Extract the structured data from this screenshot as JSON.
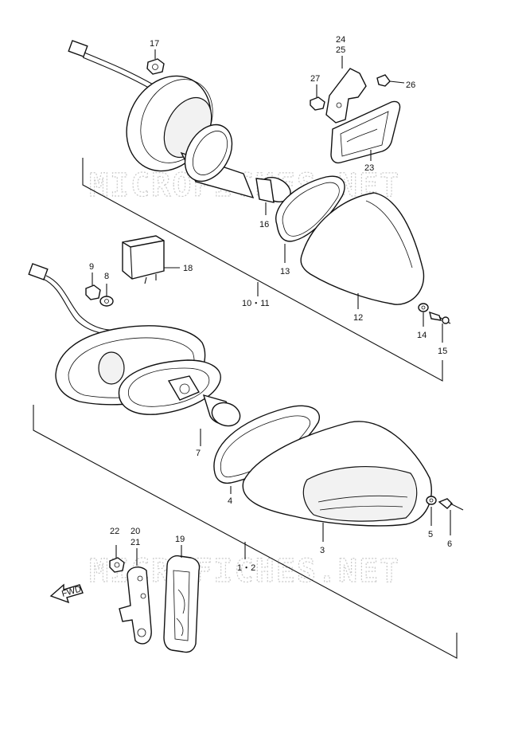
{
  "watermark": "MICROFICHES.NET",
  "fwd_label": "FWD",
  "labels": {
    "p17": "17",
    "p24": "24",
    "p25": "25",
    "p27": "27",
    "p26": "26",
    "p23": "23",
    "p16": "16",
    "p13": "13",
    "p18": "18",
    "p9": "9",
    "p8": "8",
    "p10_11": "10・11",
    "p12": "12",
    "p14": "14",
    "p15": "15",
    "p7": "7",
    "p4": "4",
    "p3": "3",
    "p5": "5",
    "p6": "6",
    "p22": "22",
    "p20": "20",
    "p21": "21",
    "p19": "19",
    "p1_2": "1・2"
  }
}
